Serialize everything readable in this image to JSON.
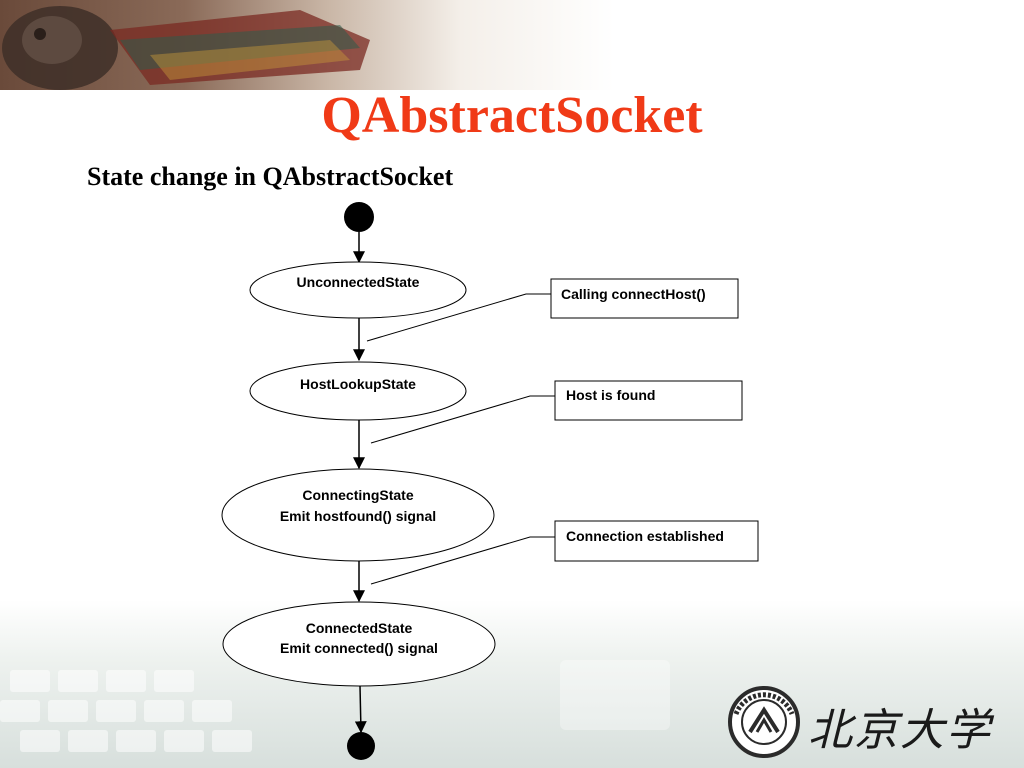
{
  "slide": {
    "title": "QAbstractSocket",
    "subtitle": "State change in QAbstractSocket",
    "title_color": "#f03a17"
  },
  "diagram": {
    "states": [
      {
        "id": "unconnected",
        "lines": [
          "UnconnectedState"
        ]
      },
      {
        "id": "hostlookup",
        "lines": [
          "HostLookupState"
        ]
      },
      {
        "id": "connecting",
        "lines": [
          "ConnectingState",
          "Emit hostfound() signal"
        ]
      },
      {
        "id": "connected",
        "lines": [
          "ConnectedState",
          "Emit connected() signal"
        ]
      }
    ],
    "notes": [
      {
        "id": "calling-connecthost",
        "text": "Calling connectHost()"
      },
      {
        "id": "host-found",
        "text": "Host is found"
      },
      {
        "id": "connection-established",
        "text": "Connection established"
      }
    ],
    "initial_node": "filled-circle",
    "final_node": "filled-circle"
  },
  "branding": {
    "logo_icon": "peking-university-seal-icon",
    "logo_text": "北京大学",
    "seal_text": "PEKING UNIVERSITY 1898"
  }
}
